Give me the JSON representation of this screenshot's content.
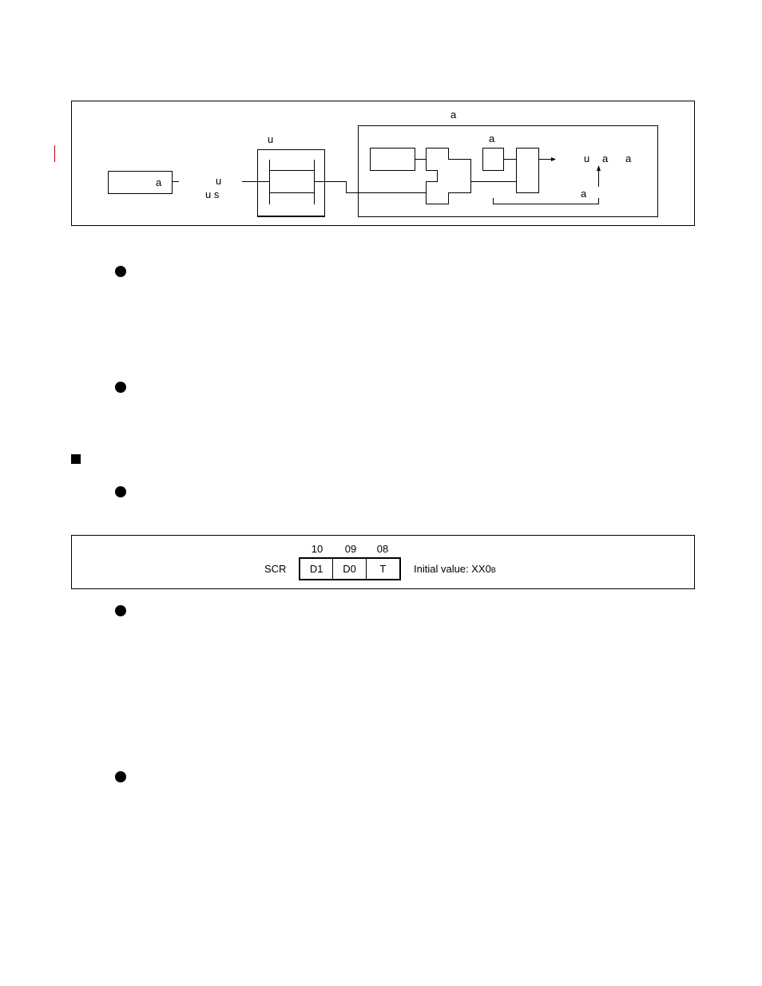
{
  "diagram": {
    "outer_label": "a",
    "source_label": "a",
    "mid_label_line1": "u",
    "mid_label_line2": "u s",
    "buffer_label": "u",
    "inner_top_label": "a",
    "output_u": "u",
    "output_a1": "a",
    "output_a2": "a",
    "feedback_label": "a"
  },
  "register": {
    "name": "SCR",
    "bit_numbers": [
      "10",
      "09",
      "08"
    ],
    "bits": [
      "D1",
      "D0",
      "T"
    ],
    "initial_value_text": "Initial value: XX0",
    "initial_value_suffix": "B"
  }
}
